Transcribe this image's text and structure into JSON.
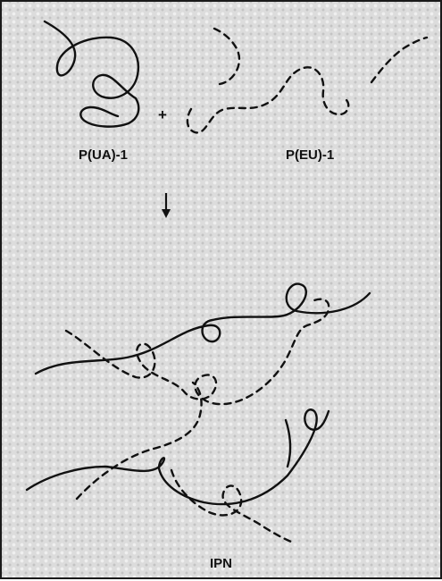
{
  "labels": {
    "left_polymer": "P(UA)-1",
    "right_polymer": "P(EU)-1",
    "product": "IPN",
    "plus": "+"
  },
  "colors": {
    "background": "#dcdcdc",
    "line": "#111111",
    "frame": "#1a1a1a"
  },
  "icons": {
    "reaction_arrow": "down-arrow-icon"
  }
}
